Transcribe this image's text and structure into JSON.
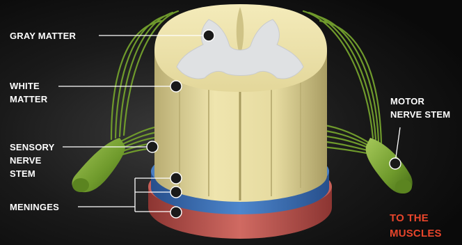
{
  "labels": {
    "gray_matter": "GRAY MATTER",
    "white_matter": [
      "WHITE",
      "MATTER"
    ],
    "sensory_nerve_stem": [
      "SENSORY",
      "NERVE",
      "STEM"
    ],
    "meninges": "MENINGES",
    "motor_nerve_stem": [
      "MOTOR",
      "NERVE STEM"
    ],
    "to_the_muscles": [
      "TO THE",
      "MUSCLES"
    ]
  },
  "colors": {
    "background": "#0d0d0d",
    "white_matter": "#e9dfa6",
    "gray_matter": "#dfe1e3",
    "nerve": "#7fa83a",
    "meninges_purple": "#7a3a9a",
    "meninges_blue": "#3a6fb8",
    "meninges_red": "#c2554f",
    "accent_label": "#e8452b",
    "label_text": "#ffffff"
  }
}
